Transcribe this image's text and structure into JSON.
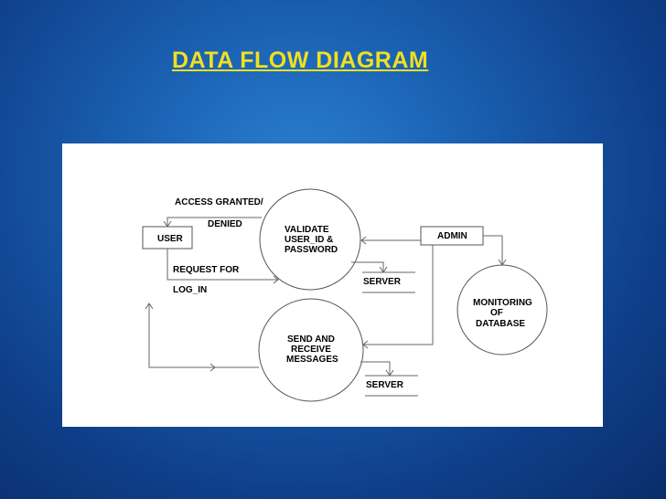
{
  "slide": {
    "title": "DATA FLOW DIAGRAM",
    "colors": {
      "title": "#f0e020",
      "background": "#1a5fb0",
      "panel": "#ffffff"
    }
  },
  "diagram": {
    "entities": {
      "user": "USER",
      "admin": "ADMIN",
      "server_1": "SERVER",
      "server_2": "SERVER"
    },
    "processes": {
      "validate": [
        "VALIDATE",
        "USER_ID &",
        "PASSWORD"
      ],
      "messages": [
        "SEND AND",
        "RECEIVE",
        "MESSAGES"
      ],
      "monitoring": [
        "MONITORING",
        "OF",
        "DATABASE"
      ]
    },
    "flows": {
      "access_granted": "ACCESS GRANTED/",
      "denied": "DENIED",
      "request_for": "REQUEST FOR",
      "log_in": "LOG_IN"
    }
  }
}
